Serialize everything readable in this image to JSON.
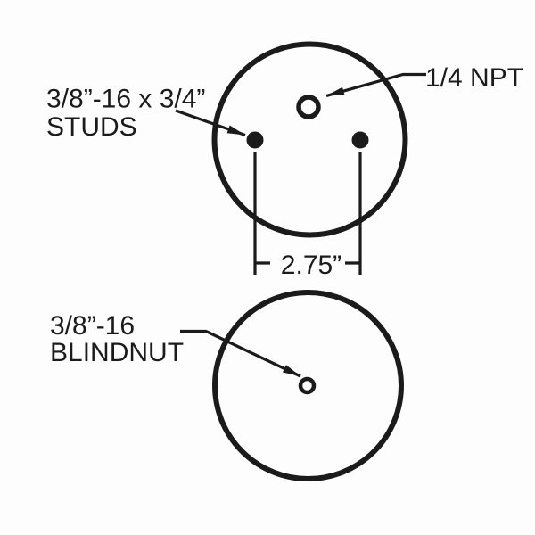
{
  "colors": {
    "bg": "#fdfdfd",
    "ink": "#1b1b1b"
  },
  "top_view": {
    "studs_label": {
      "line1": "3/8”-16 x 3/4”",
      "line2": "STUDS"
    },
    "port_label": "1/4 NPT",
    "dimension_label": "2.75”"
  },
  "bottom_view": {
    "blindnut_label": {
      "line1": "3/8”-16",
      "line2": "BLINDNUT"
    }
  }
}
